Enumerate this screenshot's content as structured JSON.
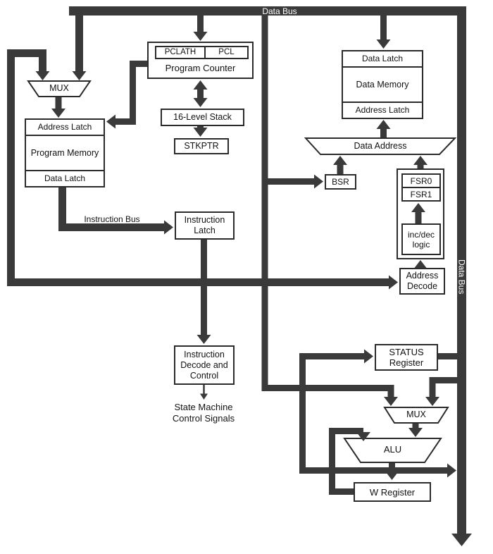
{
  "colors": {
    "bus": "#3a3a3a",
    "box_border": "#2b2b2b",
    "text": "#111111",
    "bus_label_text": "#ffffff"
  },
  "buses": {
    "top": "Data Bus",
    "right": "Data Bus",
    "instruction": "Instruction Bus"
  },
  "program_side": {
    "mux": "MUX",
    "pclath": "PCLATH",
    "pcl": "PCL",
    "program_counter": "Program Counter",
    "stack": "16-Level Stack",
    "stkptr": "STKPTR",
    "program_memory": {
      "top": "Address Latch",
      "middle": "Program Memory",
      "bottom": "Data Latch"
    }
  },
  "data_side": {
    "data_memory": {
      "top": "Data Latch",
      "middle": "Data Memory",
      "bottom": "Address Latch"
    },
    "data_address": "Data Address",
    "bsr": "BSR",
    "fsr0": "FSR0",
    "fsr1": "FSR1",
    "inc_dec": [
      "inc/dec",
      "logic"
    ],
    "address_decode": [
      "Address",
      "Decode"
    ]
  },
  "control": {
    "instruction_latch": [
      "Instruction",
      "Latch"
    ],
    "instruction_decode": [
      "Instruction",
      "Decode and",
      "Control"
    ],
    "state_machine": [
      "State Machine",
      "Control Signals"
    ]
  },
  "execution": {
    "status": [
      "STATUS",
      "Register"
    ],
    "mux": "MUX",
    "alu": "ALU",
    "w_register": "W Register"
  }
}
